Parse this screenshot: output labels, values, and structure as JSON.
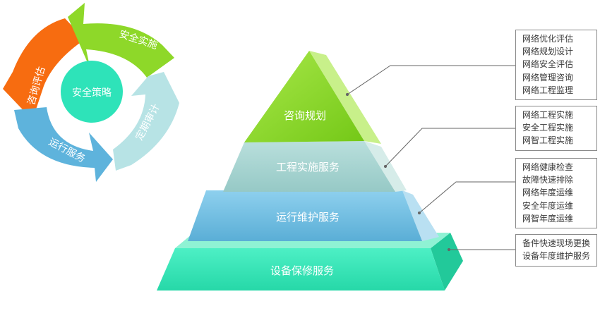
{
  "cycle": {
    "center": "安全策略",
    "segments": [
      {
        "label": "安全实施",
        "color": "#8ed829"
      },
      {
        "label": "定期审计",
        "color": "#b7e3e5"
      },
      {
        "label": "运行服务",
        "color": "#5eb3dc"
      },
      {
        "label": "咨询评估",
        "color": "#f76c10"
      }
    ],
    "center_color": "#2ee3b9"
  },
  "pyramid": {
    "levels": [
      {
        "label": "咨询规划",
        "color": "#8fd93a"
      },
      {
        "label": "工程实施服务",
        "color": "#9fcfcc"
      },
      {
        "label": "运行维护服务",
        "color": "#6bbde0"
      },
      {
        "label": "设备保修服务",
        "color": "#33e2b4"
      }
    ]
  },
  "callouts": [
    {
      "items": [
        "网络优化评估",
        "网络规划设计",
        "网络安全评估",
        "网络管理咨询",
        "网络工程监理"
      ]
    },
    {
      "items": [
        "网络工程实施",
        "安全工程实施",
        "网智工程实施"
      ]
    },
    {
      "items": [
        "网络健康检查",
        "故障快速排除",
        "网络年度运维",
        "安全年度运维",
        "网智年度运维"
      ]
    },
    {
      "items": [
        "备件快速现场更换",
        "设备年度维护服务"
      ]
    }
  ]
}
